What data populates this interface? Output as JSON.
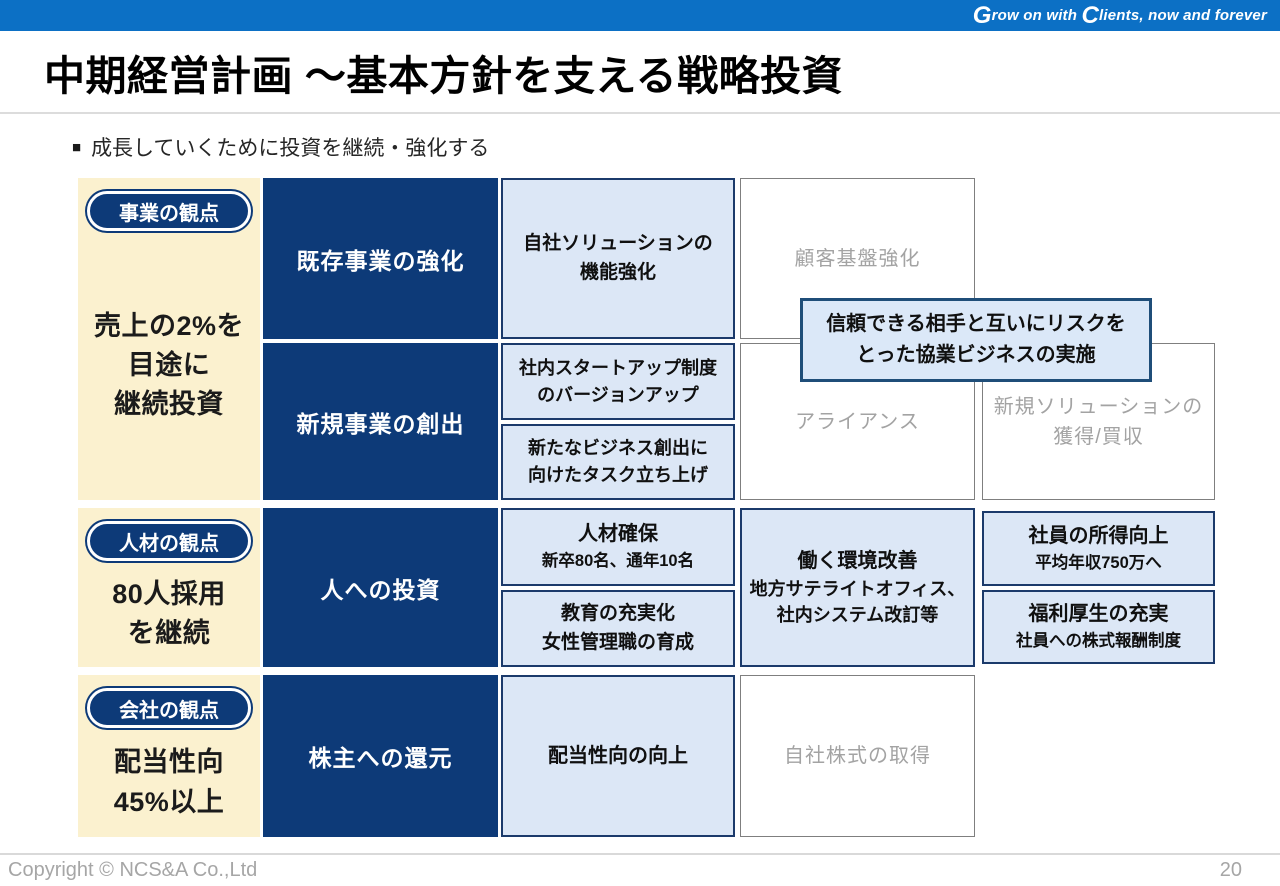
{
  "topbar": {
    "tagline_g": "G",
    "tagline_part1": "row on with ",
    "tagline_c": "C",
    "tagline_part2": "lients, now and forever"
  },
  "header": {
    "title": "中期経営計画 ～基本方針を支える戦略投資"
  },
  "intro": {
    "marker": "■",
    "text": "成長していくために投資を継続・強化する"
  },
  "diagram": {
    "business": {
      "badge": "事業の観点",
      "goal": "売上の2%を\n目途に\n継続投資",
      "strategy_existing": "既存事業の強化",
      "strategy_new": "新規事業の創出",
      "action_solution": "自社ソリューションの\n機能強化",
      "action_startup": "社内スタートアップ制度\nのバージョンアップ",
      "action_task": "新たなビジネス創出に\n向けたタスク立ち上げ",
      "outcome_customer": "顧客基盤強化",
      "outcome_alliance": "アライアンス",
      "outcome_ma": "新規ソリューションの\n獲得/買収",
      "callout": "信頼できる相手と互いにリスクを\nとった協業ビジネスの実施"
    },
    "hr": {
      "badge": "人材の観点",
      "goal": "80人採用\nを継続",
      "strategy": "人への投資",
      "recruit_title": "人材確保",
      "recruit_sub": "新卒80名、通年10名",
      "education": "教育の充実化\n女性管理職の育成",
      "env_title": "働く環境改善",
      "env_sub": "地方サテライトオフィス、\n社内システム改訂等",
      "income_title": "社員の所得向上",
      "income_sub": "平均年収750万へ",
      "welfare_title": "福利厚生の充実",
      "welfare_sub": "社員への株式報酬制度"
    },
    "company": {
      "badge": "会社の観点",
      "goal": "配当性向\n45%以上",
      "strategy": "株主への還元",
      "action": "配当性向の向上",
      "outcome": "自社株式の取得"
    }
  },
  "footer": {
    "copyright": "Copyright © NCS&A Co.,Ltd",
    "page": "20"
  }
}
